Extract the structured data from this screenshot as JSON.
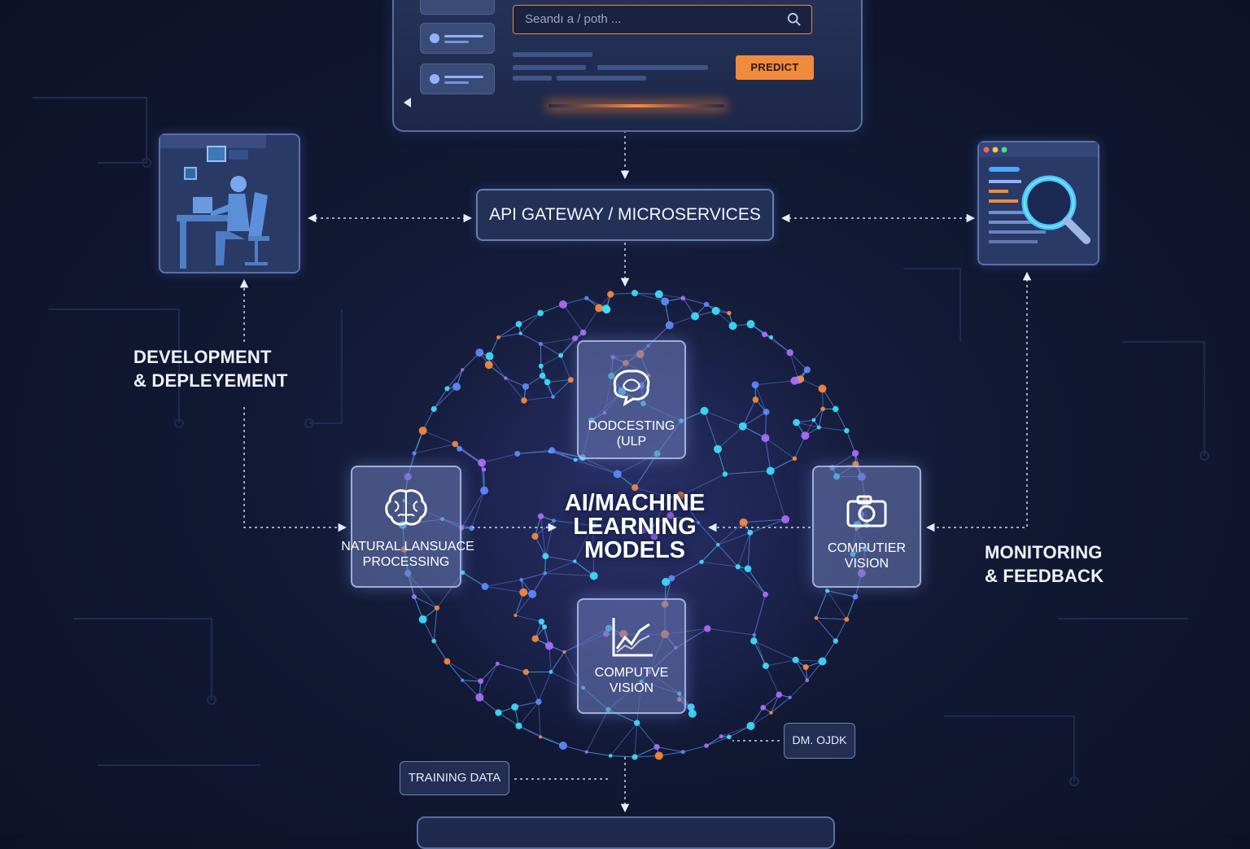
{
  "app_window": {
    "search_placeholder": "Seandı a / poth ...",
    "predict_label": "PREDICT"
  },
  "api_gateway": {
    "label": "API GATEWAY / MICROSERVICES"
  },
  "development": {
    "label_line1": "DEVELOPMENT",
    "label_line2": "& DEPLEYEMENT"
  },
  "monitoring": {
    "label_line1": "MONITORING",
    "label_line2": "& FEEDBACK"
  },
  "center": {
    "title_line1": "AI/MACHINE",
    "title_line2": "LEARNING",
    "title_line3": "MODELS"
  },
  "cards": {
    "top": {
      "line1": "DODCESTING",
      "line2": "(ULP"
    },
    "left": {
      "line1": "NATURAL LANSUACE",
      "line2": "PROCESSING"
    },
    "right": {
      "line1": "COMPUTIER",
      "line2": "VISION"
    },
    "bottom": {
      "line1": "COMPUTVE",
      "line2": "VISION"
    }
  },
  "data_ouk": {
    "label": "DM. OJDK"
  },
  "training_data": {
    "label": "TRAINING DATA"
  },
  "colors": {
    "accent_orange": "#f08a3c",
    "node_cyan": "#3fe0ff",
    "node_purple": "#b26bff",
    "node_orange": "#ff8a3d",
    "background": "#111833"
  }
}
